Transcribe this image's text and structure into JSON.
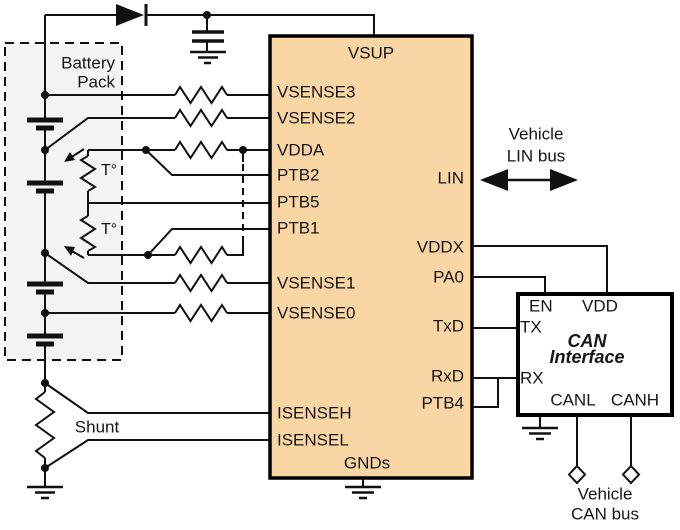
{
  "colors": {
    "ic_fill": "#F9D6A3",
    "battery_box_fill": "#F4F4F4",
    "can_box_fill": "#FFFFFF",
    "line": "#111111"
  },
  "battery_pack": {
    "line1": "Battery",
    "line2": "Pack"
  },
  "shunt": {
    "label": "Shunt"
  },
  "thermistors": {
    "t1": "T°",
    "t2": "T°"
  },
  "mcu": {
    "top_pin": "VSUP",
    "left_pins": [
      "VSENSE3",
      "VSENSE2",
      "VDDA",
      "PTB2",
      "PTB5",
      "PTB1",
      "VSENSE1",
      "VSENSE0",
      "ISENSEH",
      "ISENSEL"
    ],
    "right_pins": [
      "LIN",
      "VDDX",
      "PA0",
      "TxD",
      "RxD",
      "PTB4"
    ],
    "bottom_pin": "GNDs"
  },
  "can_interface": {
    "title_line1": "CAN",
    "title_line2": "Interface",
    "pin_en": "EN",
    "pin_vdd": "VDD",
    "pin_tx": "TX",
    "pin_rx": "RX",
    "pin_canl": "CANL",
    "pin_canh": "CANH"
  },
  "annotations": {
    "lin_line1": "Vehicle",
    "lin_line2": "LIN bus",
    "can_line1": "Vehicle",
    "can_line2": "CAN bus"
  }
}
